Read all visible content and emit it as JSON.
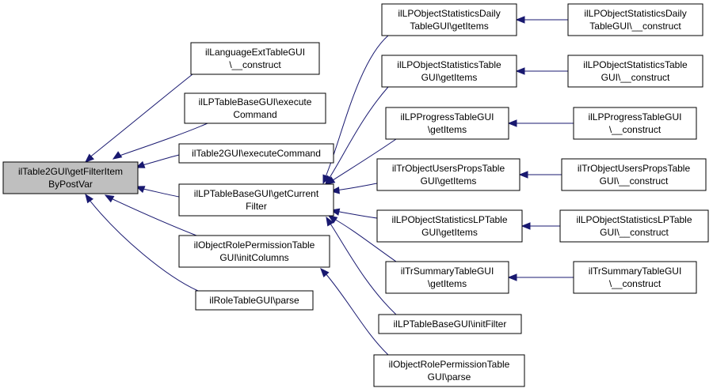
{
  "nodes": {
    "root": [
      "ilTable2GUI\\getFilterItem",
      "ByPostVar"
    ],
    "lang_construct": [
      "ilLanguageExtTableGUI",
      "\\__construct"
    ],
    "lptb_execute": [
      "ilLPTableBaseGUI\\execute",
      "Command"
    ],
    "t2_execute": [
      "ilTable2GUI\\executeCommand"
    ],
    "lptb_getcurrent": [
      "ilLPTableBaseGUI\\getCurrent",
      "Filter"
    ],
    "orp_initcolumns": [
      "ilObjectRolePermissionTable",
      "GUI\\initColumns"
    ],
    "role_parse": [
      "ilRoleTableGUI\\parse"
    ],
    "osd_getitems": [
      "ilLPObjectStatisticsDaily",
      "TableGUI\\getItems"
    ],
    "ost_getitems": [
      "ilLPObjectStatisticsTable",
      "GUI\\getItems"
    ],
    "prog_getitems": [
      "ilLPProgressTableGUI",
      "\\getItems"
    ],
    "trou_getitems": [
      "ilTrObjectUsersPropsTable",
      "GUI\\getItems"
    ],
    "oslp_getitems": [
      "ilLPObjectStatisticsLPTable",
      "GUI\\getItems"
    ],
    "trsum_getitems": [
      "ilTrSummaryTableGUI",
      "\\getItems"
    ],
    "lptb_initfilter": [
      "ilLPTableBaseGUI\\initFilter"
    ],
    "orp_parse": [
      "ilObjectRolePermissionTable",
      "GUI\\parse"
    ],
    "osd_construct": [
      "ilLPObjectStatisticsDaily",
      "TableGUI\\__construct"
    ],
    "ost_construct": [
      "ilLPObjectStatisticsTable",
      "GUI\\__construct"
    ],
    "prog_construct": [
      "ilLPProgressTableGUI",
      "\\__construct"
    ],
    "trou_construct": [
      "ilTrObjectUsersPropsTable",
      "GUI\\__construct"
    ],
    "oslp_construct": [
      "ilLPObjectStatisticsLPTable",
      "GUI\\__construct"
    ],
    "trsum_construct": [
      "ilTrSummaryTableGUI",
      "\\__construct"
    ]
  },
  "colors": {
    "edge": "#191970",
    "root_fill": "#bfbfbf",
    "node_fill": "#ffffff",
    "node_border": "#000000"
  }
}
